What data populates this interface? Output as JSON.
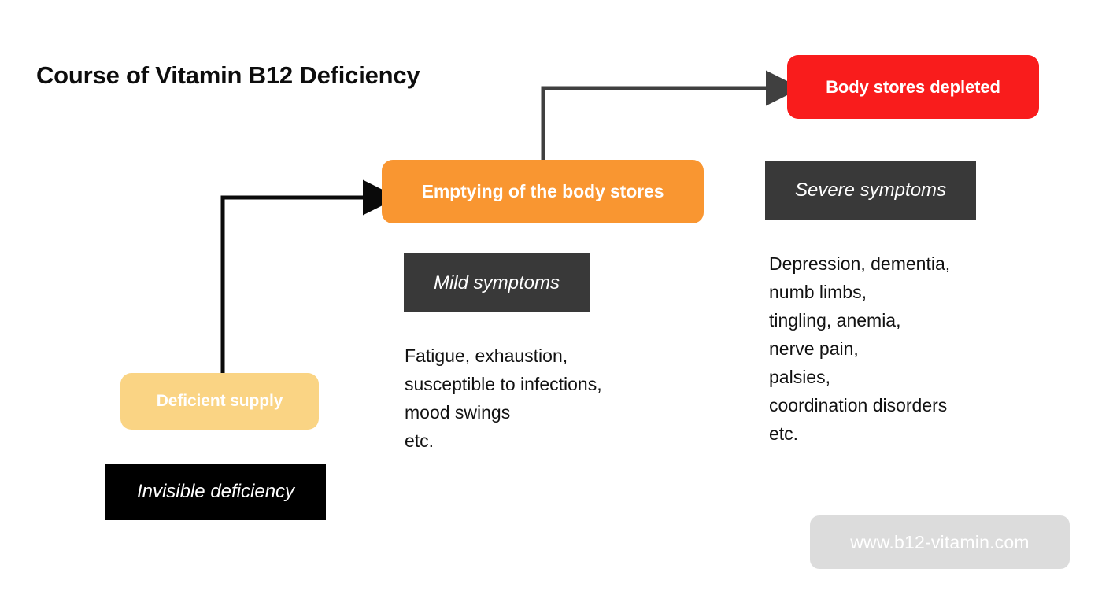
{
  "page": {
    "title": "Course of Vitamin B12 Deficiency",
    "background": "#ffffff"
  },
  "colors": {
    "depleted_red": "#f91c1c",
    "emptying_orange": "#f99631",
    "deficient_tan": "#fad484",
    "chip_dark_gray": "#393939",
    "chip_black": "#000000",
    "watermark_gray": "#dcdcdc",
    "arrow_dark": "#404040",
    "arrow_black": "#0a0a0a",
    "body_text": "#111111",
    "title_text": "#0d0d0d"
  },
  "stages": {
    "depleted": {
      "label": "Body stores depleted"
    },
    "emptying": {
      "label": "Emptying of the body stores"
    },
    "deficient": {
      "label": "Deficient supply"
    }
  },
  "chips": {
    "severe": {
      "label": "Severe symptoms"
    },
    "mild": {
      "label": "Mild symptoms"
    },
    "invisible": {
      "label": "Invisible deficiency"
    }
  },
  "symptoms": {
    "mild": {
      "lines": [
        "Fatigue, exhaustion,",
        "susceptible to infections,",
        "mood swings",
        "etc."
      ],
      "text": "Fatigue, exhaustion,\nsusceptible to infections,\nmood swings\netc."
    },
    "severe": {
      "lines": [
        "Depression, dementia,",
        "numb limbs,",
        "tingling, anemia,",
        "nerve pain,",
        "palsies,",
        "coordination disorders",
        "etc."
      ],
      "text": "Depression, dementia,\nnumb limbs,\ntingling, anemia,\nnerve pain,\npalsies,\ncoordination disorders\netc."
    }
  },
  "watermark": {
    "url": "www.b12-vitamin.com"
  },
  "arrows": [
    {
      "name": "deficient-to-emptying",
      "from": "Deficient supply",
      "to": "Emptying of the body stores",
      "color": "#0a0a0a"
    },
    {
      "name": "emptying-to-depleted",
      "from": "Emptying of the body stores",
      "to": "Body stores depleted",
      "color": "#404040"
    }
  ]
}
